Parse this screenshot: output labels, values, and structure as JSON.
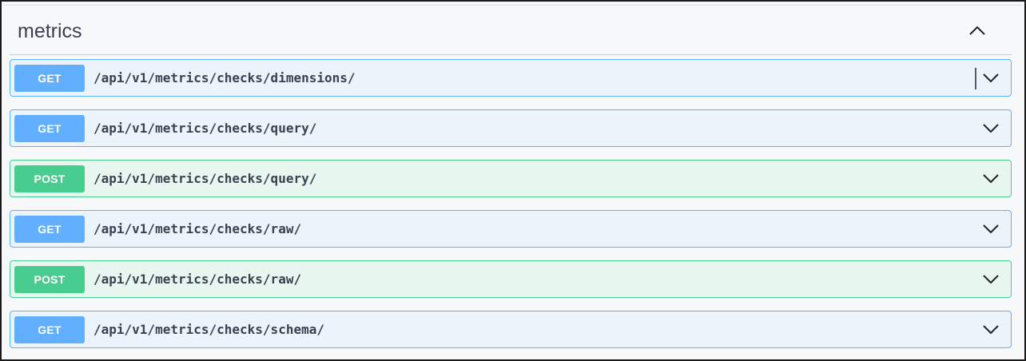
{
  "section": {
    "title": "metrics"
  },
  "operations": [
    {
      "method": "GET",
      "path": "/api/v1/metrics/checks/dimensions/"
    },
    {
      "method": "GET",
      "path": "/api/v1/metrics/checks/query/"
    },
    {
      "method": "POST",
      "path": "/api/v1/metrics/checks/query/"
    },
    {
      "method": "GET",
      "path": "/api/v1/metrics/checks/raw/"
    },
    {
      "method": "POST",
      "path": "/api/v1/metrics/checks/raw/"
    },
    {
      "method": "GET",
      "path": "/api/v1/metrics/checks/schema/"
    }
  ],
  "colors": {
    "get": "#61affe",
    "post": "#49cc90",
    "text": "#3b4151"
  },
  "icons": {
    "collapse": "chevron-up-icon",
    "expand": "chevron-down-icon"
  }
}
